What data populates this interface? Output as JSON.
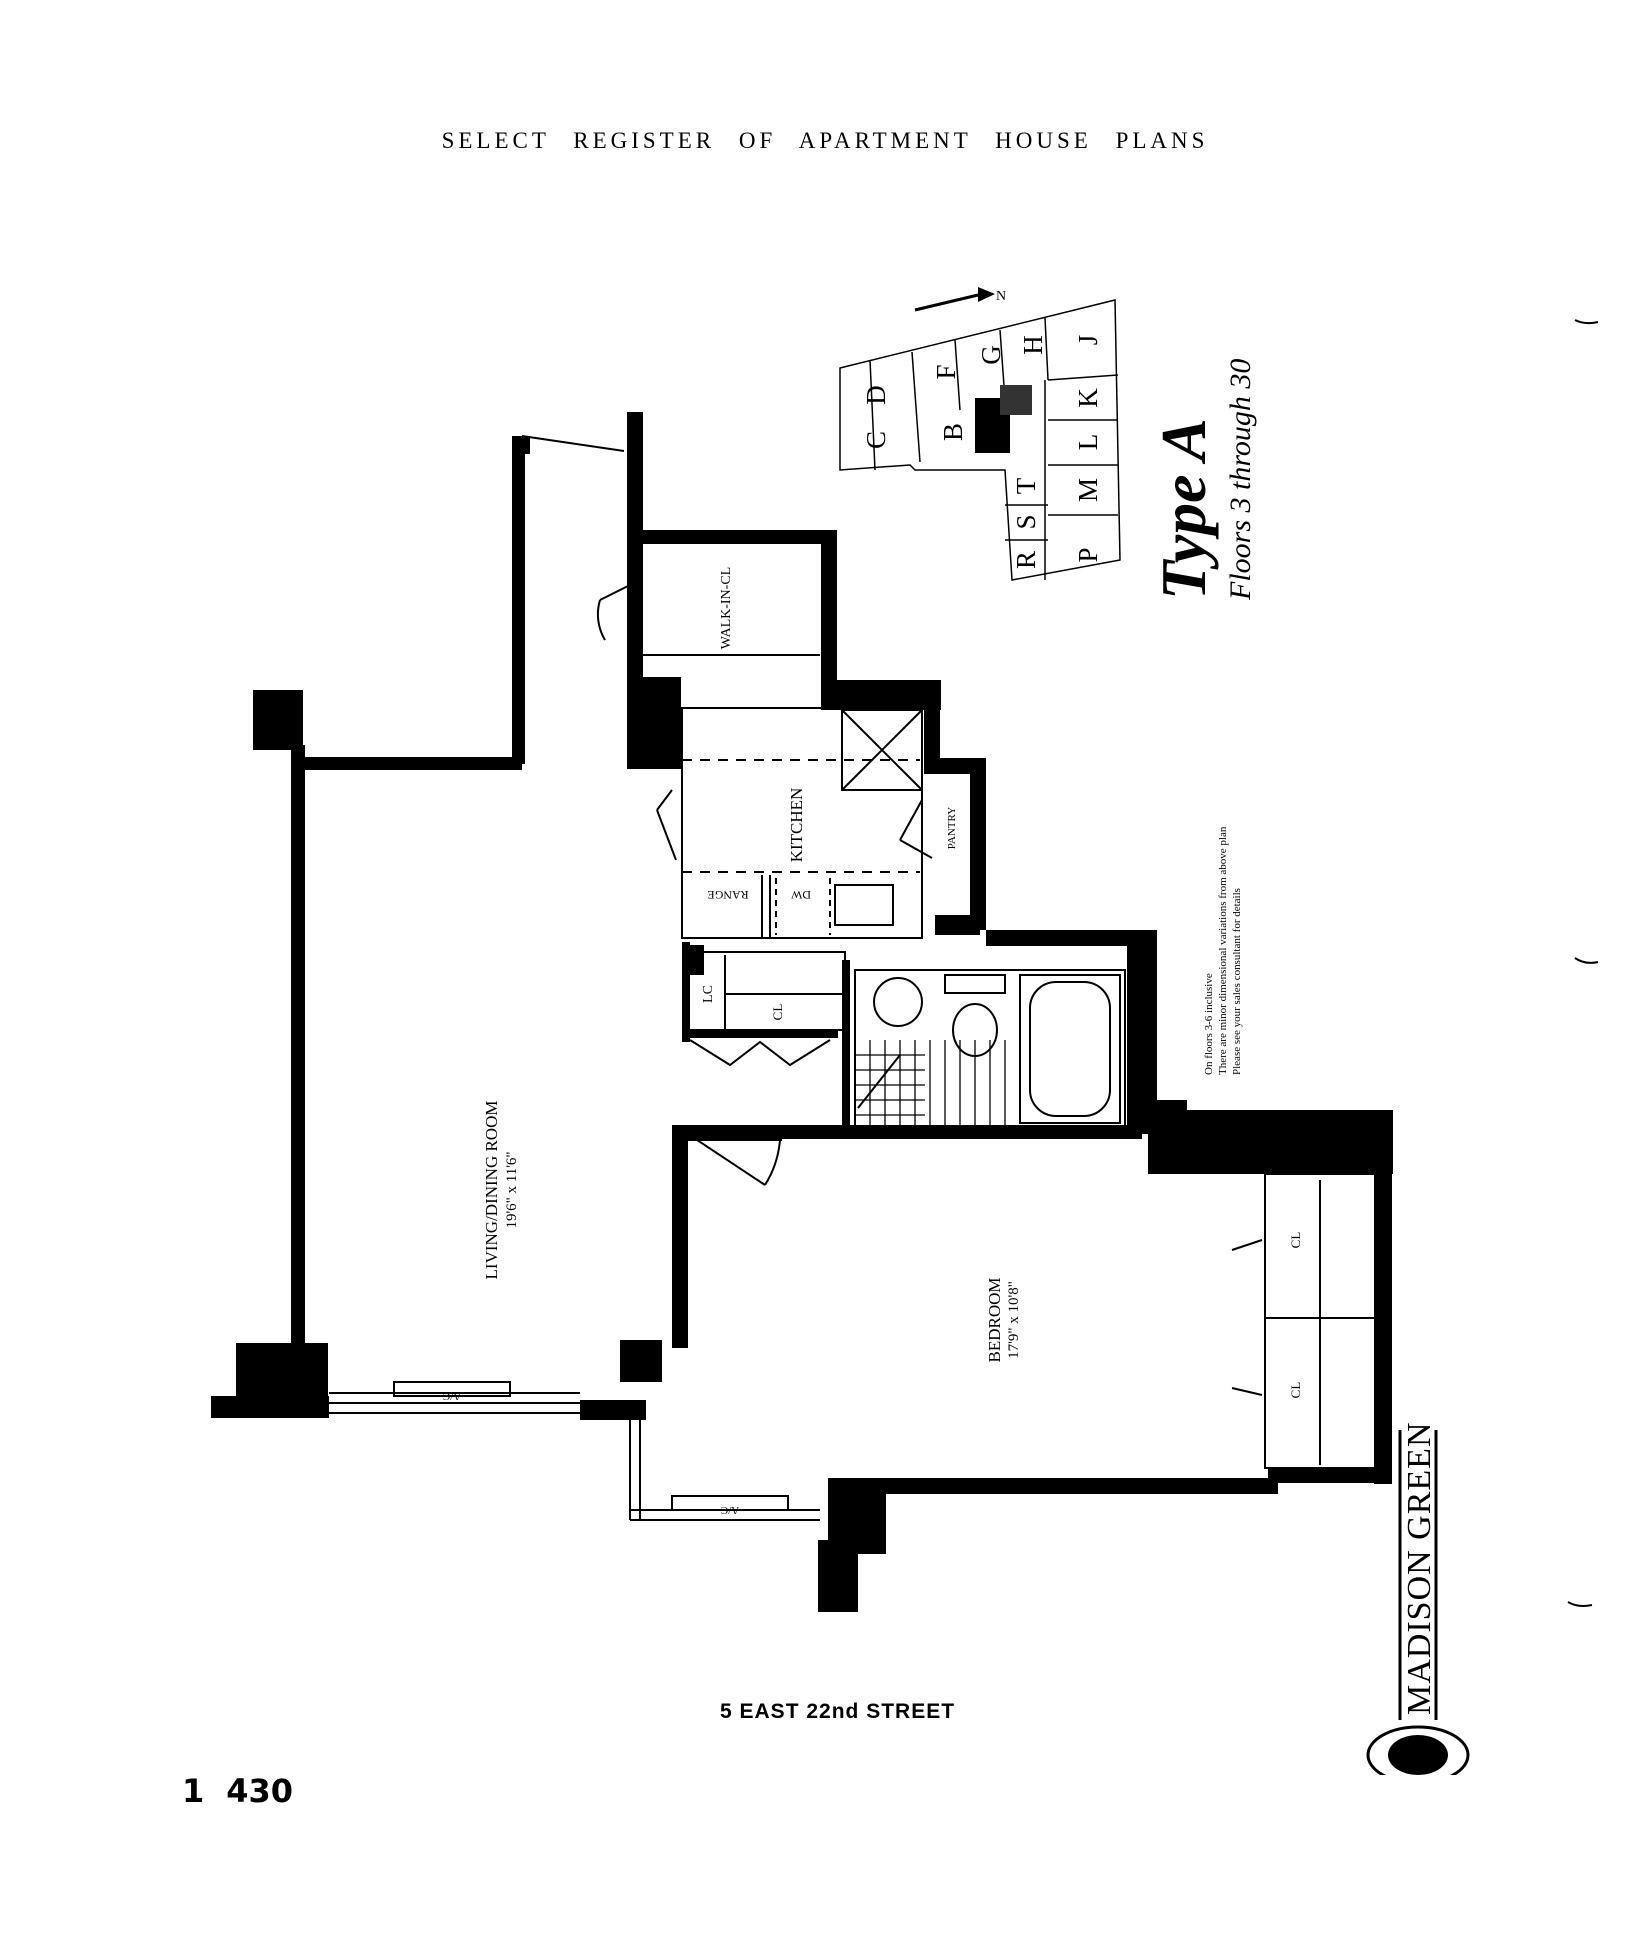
{
  "header": "SELECT REGISTER OF APARTMENT HOUSE PLANS",
  "plan": {
    "type_title": "Type A",
    "floors": "Floors 3 through 30",
    "north": "N",
    "note_lines": [
      "On floors 3-6 inclusive",
      "There are minor dimensional variations from above plan",
      "Please see your sales consultant for details"
    ],
    "rooms": {
      "living": "LIVING/DINING ROOM",
      "living_dim": "19'6\" x 11'6\"",
      "bedroom": "BEDROOM",
      "bedroom_dim": "17'9\" x 10'8\"",
      "kitchen": "KITCHEN",
      "walkin": "WALK-IN-CL",
      "pantry": "PANTRY",
      "range": "RANGE",
      "dw": "DW",
      "lc": "LC",
      "cl": "CL",
      "ac": "A/C"
    },
    "key_units": [
      "C",
      "D",
      "F",
      "G",
      "H",
      "J",
      "B",
      "K",
      "L",
      "T",
      "M",
      "S",
      "R",
      "P"
    ],
    "brand": "MADISON GREEN"
  },
  "address": "5 EAST 22nd STREET",
  "page": {
    "volume": "1",
    "number": "430"
  }
}
